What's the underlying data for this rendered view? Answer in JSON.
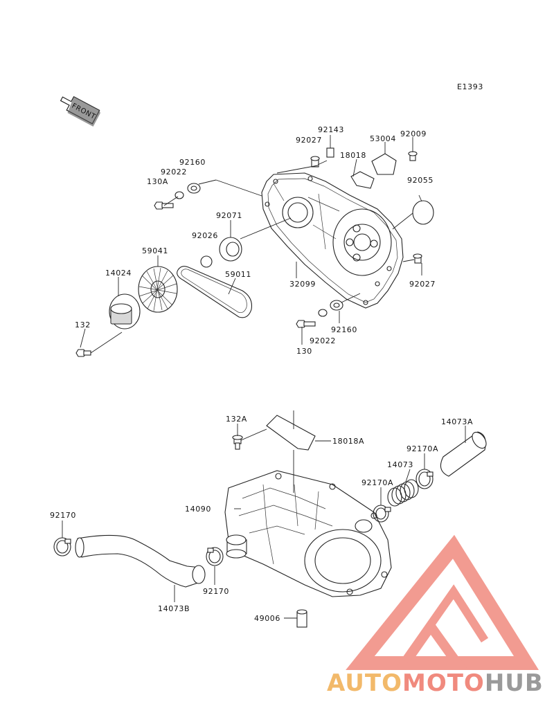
{
  "diagram_code": "E1393",
  "front_arrow_text": "FRONT",
  "labels": {
    "l92143": "92143",
    "l92027a": "92027",
    "l53004": "53004",
    "l92009": "92009",
    "l18018": "18018",
    "l92160a": "92160",
    "l92022a": "92022",
    "l130A": "130A",
    "l92055": "92055",
    "l92071": "92071",
    "l92026": "92026",
    "l59041": "59041",
    "l14024": "14024",
    "l59011": "59011",
    "l32099": "32099",
    "l92027b": "92027",
    "l132": "132",
    "l92160b": "92160",
    "l92022b": "92022",
    "l130": "130",
    "l132A": "132A",
    "l18018A": "18018A",
    "l14073A": "14073A",
    "l92170A1": "92170A",
    "l14073": "14073",
    "l92170A2": "92170A",
    "l14090": "14090",
    "l92170a": "92170",
    "l92170b": "92170",
    "l14073B": "14073B",
    "l49006": "49006"
  },
  "watermark": {
    "part1": "AUTO",
    "part2": "MOTO",
    "part3": "HUB",
    "color1": "#f2b96a",
    "color2": "#f08a7e",
    "color3": "#9a9a9a",
    "logo_color": "#f08a7e"
  }
}
